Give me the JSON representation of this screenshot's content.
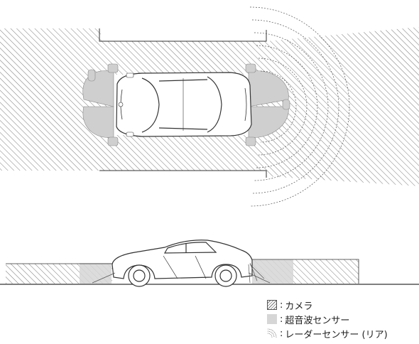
{
  "legend": [
    {
      "key": "camera",
      "label": "カメラ"
    },
    {
      "key": "ultrasonic",
      "label": "超音波センサー"
    },
    {
      "key": "radar",
      "label": "レーダーセンサー (リア)"
    }
  ],
  "separator": ":",
  "colors": {
    "hatch": "#777777",
    "sensor_fill": "#d6d6d6",
    "line": "#333333"
  },
  "icons": [
    "camera-hatch-icon",
    "ultrasonic-swatch-icon",
    "radar-arcs-icon"
  ]
}
